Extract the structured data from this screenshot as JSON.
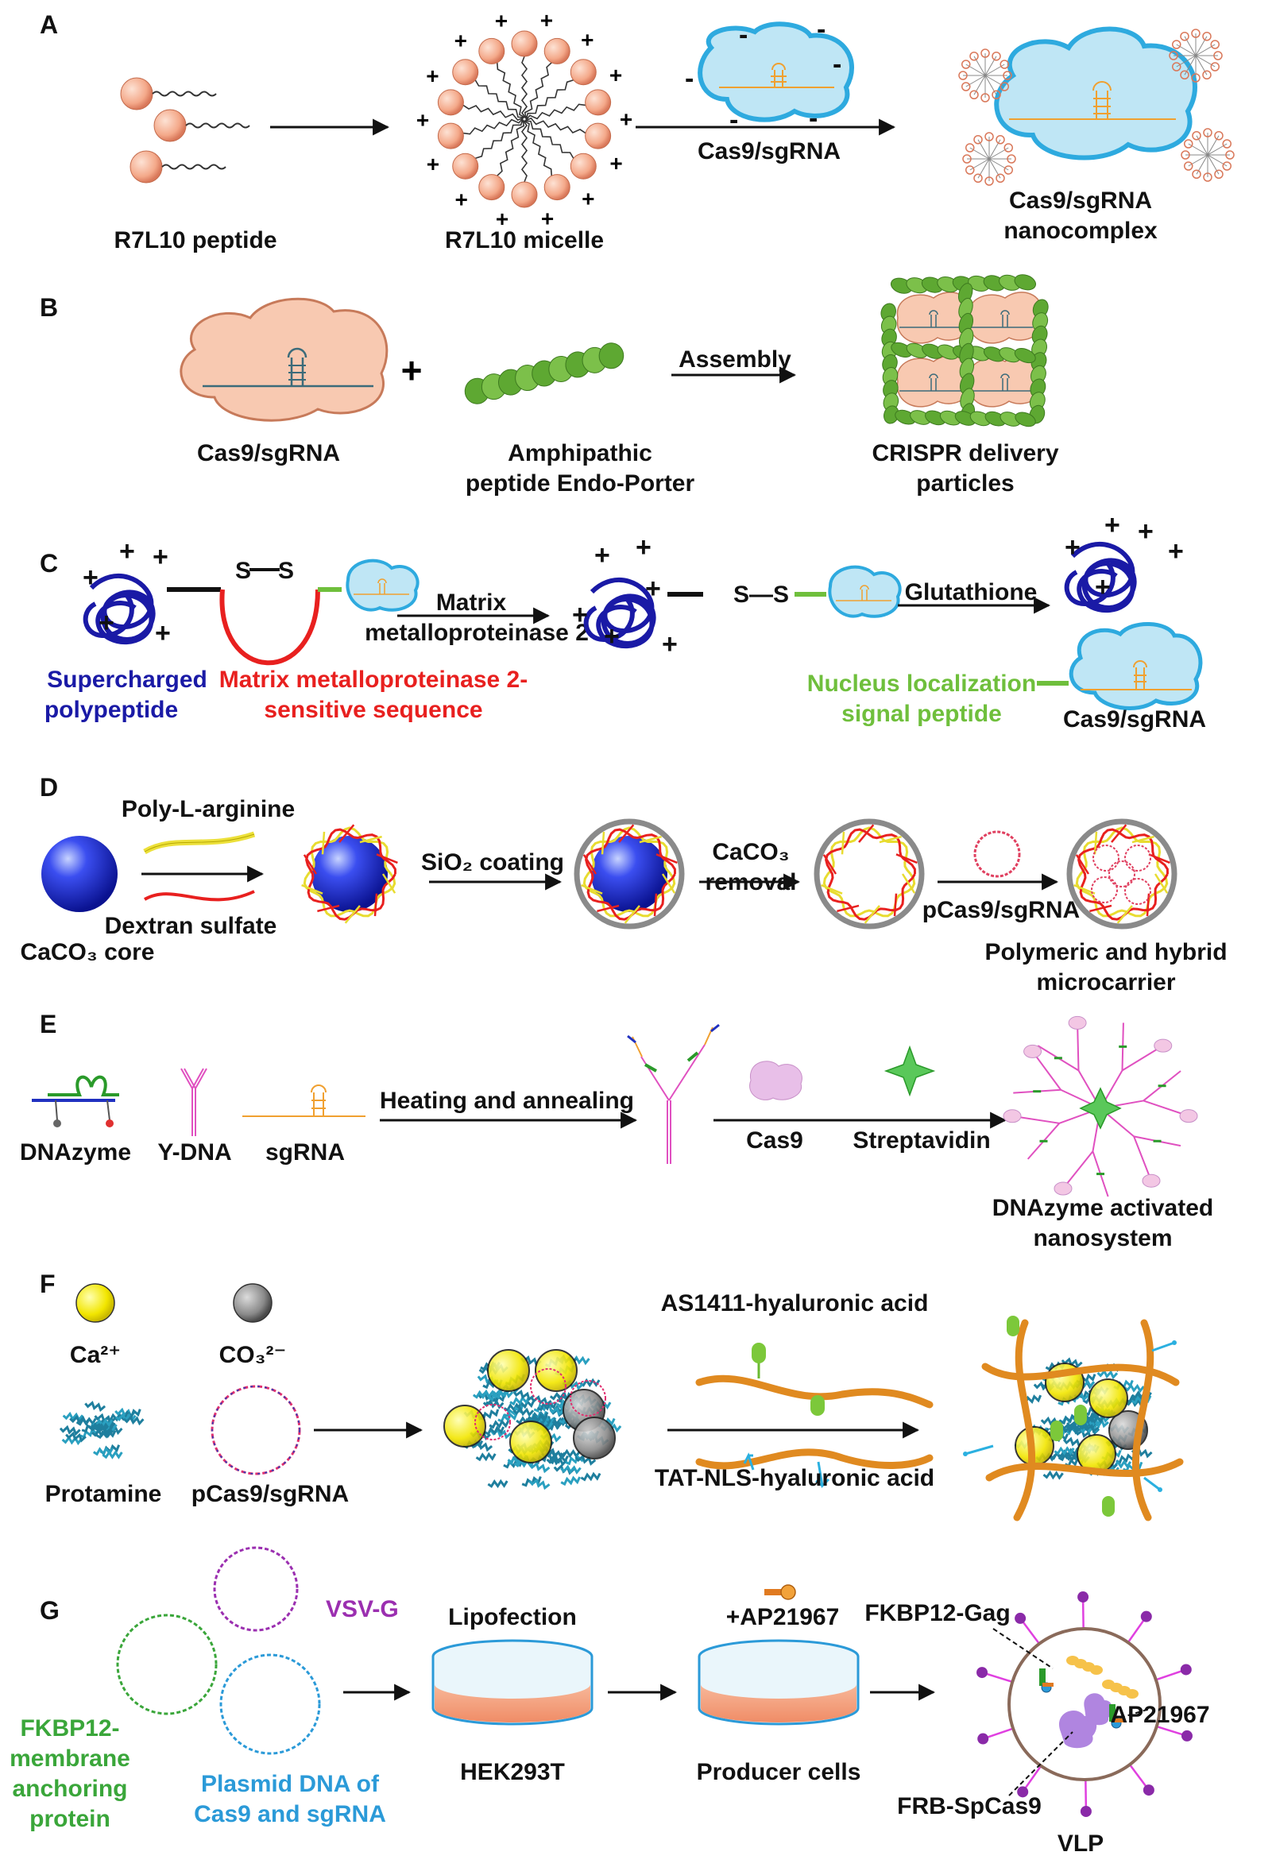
{
  "panels": {
    "A": {
      "letter": "A",
      "peptide_label": "R7L10 peptide",
      "micelle_label": "R7L10 micelle",
      "arrow_label": "Cas9/sgRNA",
      "product_label_1": "Cas9/sgRNA",
      "product_label_2": "nanocomplex"
    },
    "B": {
      "letter": "B",
      "cas9_label": "Cas9/sgRNA",
      "plus": "+",
      "peptide_label_1": "Amphipathic",
      "peptide_label_2": "peptide Endo-Porter",
      "arrow_label": "Assembly",
      "product_label_1": "CRISPR delivery",
      "product_label_2": "particles"
    },
    "C": {
      "letter": "C",
      "ss_label": "S—S",
      "arrow1_label_1": "Matrix",
      "arrow1_label_2": "metalloproteinase 2",
      "arrow2_label": "Glutathione",
      "super_label_1": "Supercharged",
      "super_label_2": "polypeptide",
      "mmp_label_1": "Matrix metalloproteinase 2-",
      "mmp_label_2": "sensitive sequence",
      "nls_label_1": "Nucleus localization",
      "nls_label_2": "signal peptide",
      "cas9_label": "Cas9/sgRNA",
      "colors": {
        "blue": "#1a1aa6",
        "red": "#e8201f",
        "green": "#6fbf3c"
      }
    },
    "D": {
      "letter": "D",
      "poly_label": "Poly-L-arginine",
      "dextran_label": "Dextran sulfate",
      "core_label": "CaCO₃ core",
      "sio2_label": "SiO₂ coating",
      "caco3_removal_1": "CaCO₃",
      "caco3_removal_2": "removal",
      "pcas_label": "pCas9/sgRNA",
      "product_label_1": "Polymeric and hybrid",
      "product_label_2": "microcarrier"
    },
    "E": {
      "letter": "E",
      "dnazyme_label": "DNAzyme",
      "ydna_label": "Y-DNA",
      "sgrna_label": "sgRNA",
      "arrow1_label": "Heating and annealing",
      "cas9_label": "Cas9",
      "strep_label": "Streptavidin",
      "product_label_1": "DNAzyme activated",
      "product_label_2": "nanosystem"
    },
    "F": {
      "letter": "F",
      "ca_label": "Ca²⁺",
      "co3_label": "CO₃²⁻",
      "protamine_label": "Protamine",
      "pcas_label": "pCas9/sgRNA",
      "as1411_label": "AS1411-hyaluronic acid",
      "tat_label": "TAT-NLS-hyaluronic acid"
    },
    "G": {
      "letter": "G",
      "vsvg_label": "VSV-G",
      "fkbp_label_1": "FKBP12-",
      "fkbp_label_2": "membrane",
      "fkbp_label_3": "anchoring",
      "fkbp_label_4": "protein",
      "plasmid_label_1": "Plasmid DNA  of",
      "plasmid_label_2": "Cas9 and sgRNA",
      "lipofection_label": "Lipofection",
      "hek_label": "HEK293T",
      "ap_add_label": "+AP21967",
      "producer_label": "Producer cells",
      "fkbp_gag_label": "FKBP12-Gag",
      "ap_label": "AP21967",
      "frb_label": "FRB-SpCas9",
      "vlp_label": "VLP",
      "colors": {
        "green": "#3aa63a",
        "purple": "#9b2fb0",
        "lightblue": "#2b9ad8"
      }
    }
  }
}
